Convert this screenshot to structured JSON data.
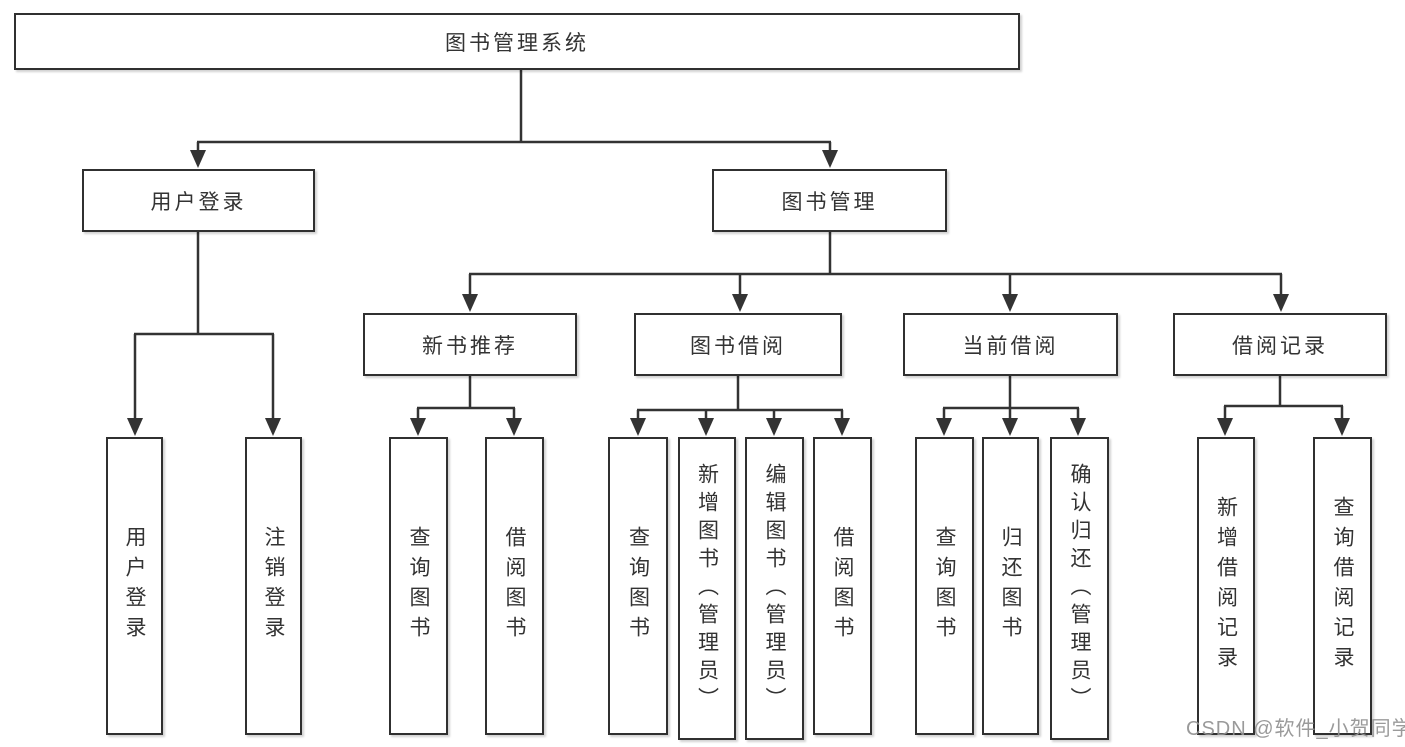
{
  "diagram": {
    "root": {
      "label": "图书管理系统"
    },
    "branches": [
      {
        "label": "用户登录",
        "leaves": [
          {
            "label": "用户登录"
          },
          {
            "label": "注销登录"
          }
        ]
      },
      {
        "label": "图书管理",
        "sections": [
          {
            "label": "新书推荐",
            "leaves": [
              {
                "label": "查询图书"
              },
              {
                "label": "借阅图书"
              }
            ]
          },
          {
            "label": "图书借阅",
            "leaves": [
              {
                "label": "查询图书"
              },
              {
                "label": "新增图书（管理员）"
              },
              {
                "label": "编辑图书（管理员）"
              },
              {
                "label": "借阅图书"
              }
            ]
          },
          {
            "label": "当前借阅",
            "leaves": [
              {
                "label": "查询图书"
              },
              {
                "label": "归还图书"
              },
              {
                "label": "确认归还（管理员）"
              }
            ]
          },
          {
            "label": "借阅记录",
            "leaves": [
              {
                "label": "新增借阅记录"
              },
              {
                "label": "查询借阅记录"
              }
            ]
          }
        ]
      }
    ]
  },
  "watermark": {
    "text": "CSDN @软件_小贺同学"
  },
  "colors": {
    "line": "#333333",
    "border": "#303030",
    "text": "#333333",
    "background": "#ffffff",
    "watermark": "#919191"
  }
}
